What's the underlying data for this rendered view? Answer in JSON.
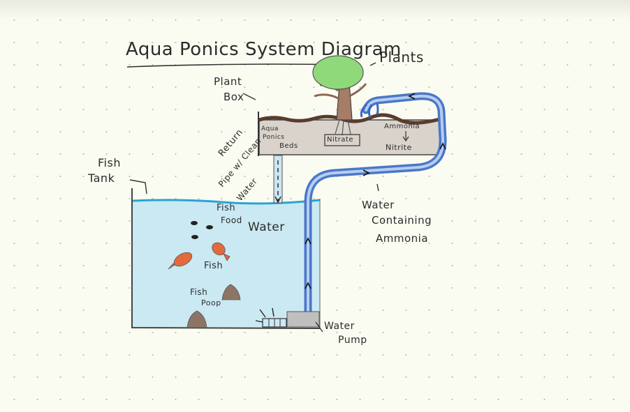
{
  "title": "Aqua Ponics System Diagram",
  "labels": {
    "plants": "Plants",
    "plant_box": [
      "Plant",
      "Box"
    ],
    "fish_tank": [
      "Fish",
      "Tank"
    ],
    "return_pipe": [
      "Return",
      "Pipe w/ Clean",
      "Water"
    ],
    "water_containing_ammonia": [
      "Water",
      "Containing",
      "Ammonia"
    ],
    "water_pump": [
      "Water",
      "Pump"
    ],
    "fish_food": [
      "Fish",
      "Food"
    ],
    "water": "Water",
    "fish": "Fish",
    "fish_poop": [
      "Fish",
      "Poop"
    ],
    "grow_beds": [
      "Aqua",
      "Ponics",
      "Beds"
    ],
    "nitrate": "Nitrate",
    "ammonia": "Ammonia",
    "nitrite": "Nitrite"
  },
  "colors": {
    "paper": "#fbfcf1",
    "water": "#cbe9f3",
    "water_line": "#2aa3d6",
    "pipe": "#4a78c8",
    "soil": "#8b6a55",
    "bed": "#d9d3cc",
    "leaves": "#8fd97a",
    "trunk": "#a67d66",
    "fish": "#e26a3c",
    "poop": "#8d7565",
    "ink": "#2c2c2c"
  }
}
